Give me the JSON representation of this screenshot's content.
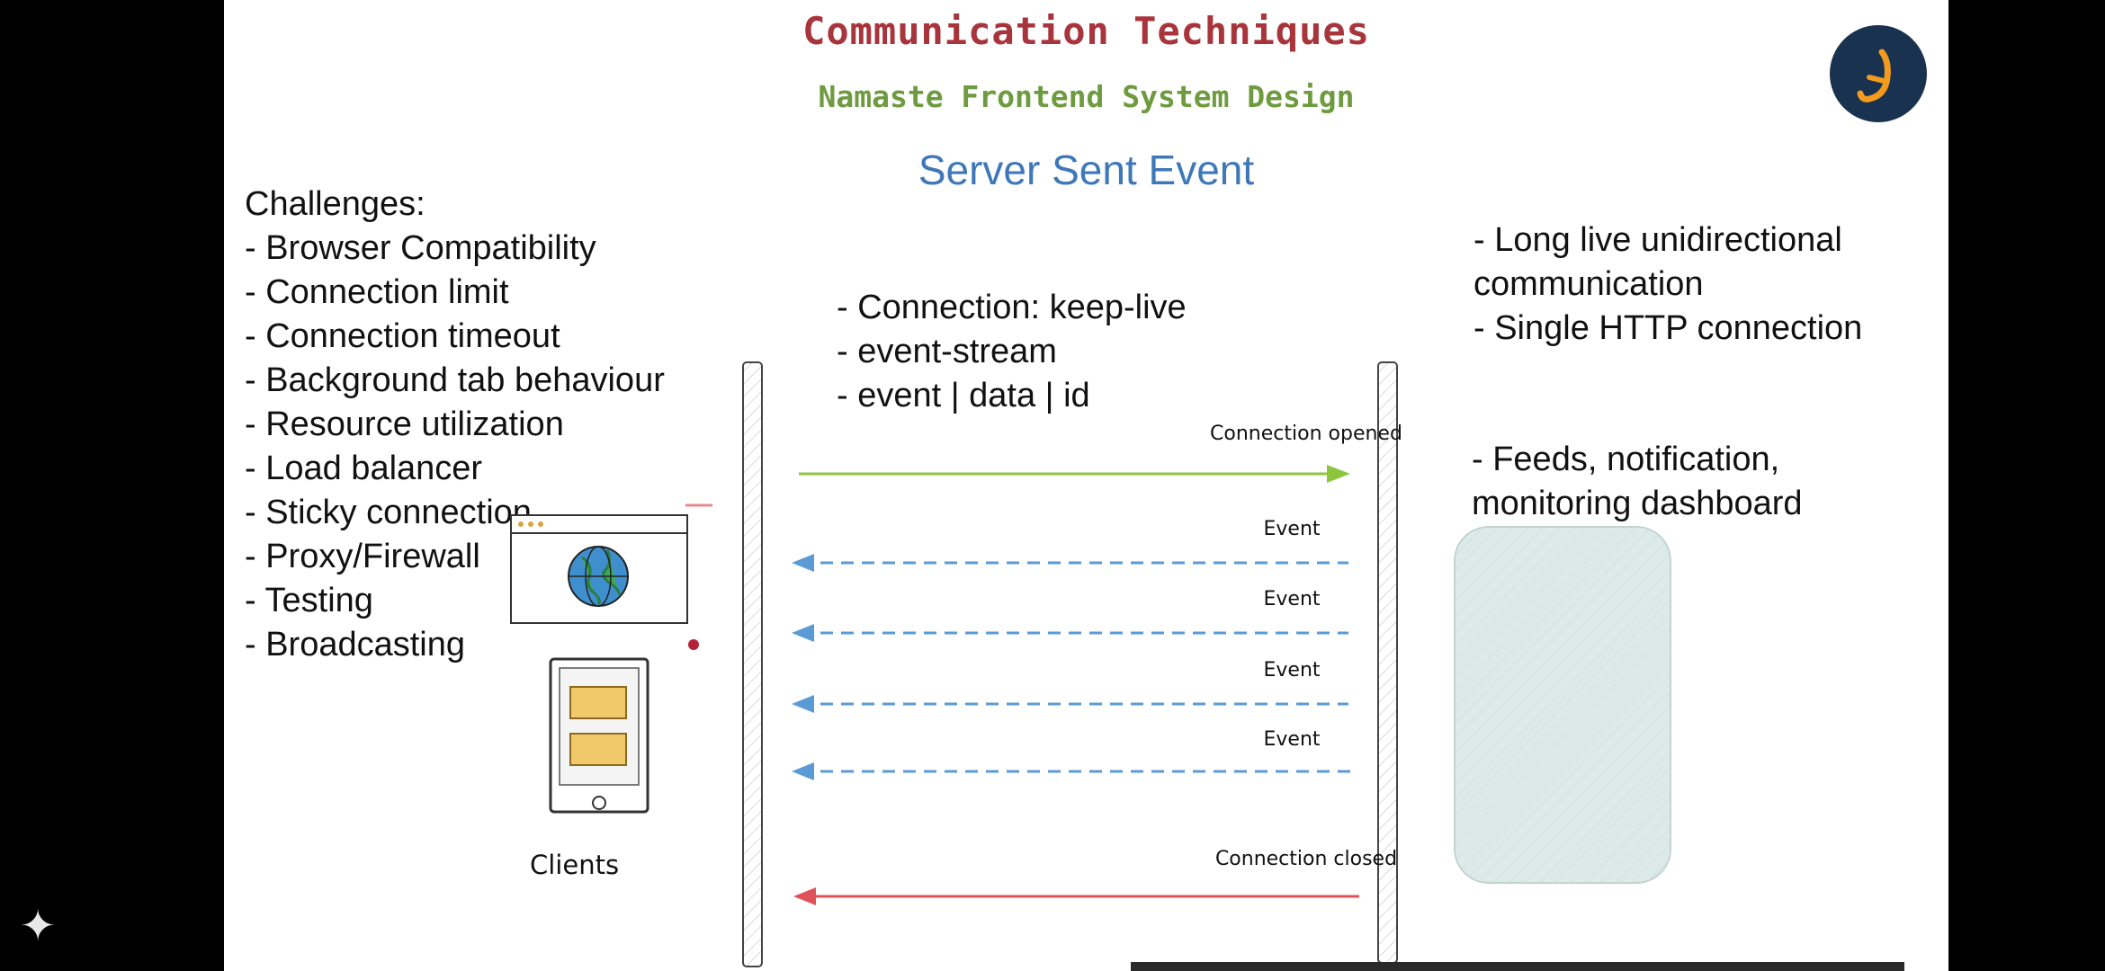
{
  "header": {
    "title": "Communication Techniques",
    "subtitle": "Namaste Frontend System Design",
    "diagram_title": "Server Sent Event"
  },
  "challenges": {
    "heading": "Challenges:",
    "items": [
      "- Browser Compatibility",
      "- Connection limit",
      "- Connection timeout",
      "- Background tab behaviour",
      "- Resource utilization",
      "- Load balancer",
      "- Sticky connection",
      "- Proxy/Firewall",
      "- Testing",
      "- Broadcasting"
    ]
  },
  "headers_notes": [
    "- Connection: keep-live",
    "- event-stream",
    "- event | data | id"
  ],
  "right_notes": {
    "block1": [
      "- Long live unidirectional",
      "communication",
      "- Single HTTP connection"
    ],
    "block2": [
      "- Feeds, notification,",
      "monitoring dashboard"
    ]
  },
  "flow": {
    "opened": "Connection opened",
    "events": [
      "Event",
      "Event",
      "Event",
      "Event"
    ],
    "closed": "Connection closed"
  },
  "clients_label": "Clients",
  "colors": {
    "title": "#a8343c",
    "subtitle": "#6e9b3f",
    "diagram_title": "#3f78b8",
    "open_arrow": "#8cc63f",
    "event_arrow": "#5b9bd5",
    "close_arrow": "#e0525a",
    "logo_bg": "#19324f",
    "logo_mark": "#f29b1e"
  },
  "icons": {
    "logo": "namaste-logo-icon",
    "globe": "globe-icon",
    "phone": "mobile-device-icon",
    "server": "server-box",
    "sparkle": "sparkle-icon"
  }
}
